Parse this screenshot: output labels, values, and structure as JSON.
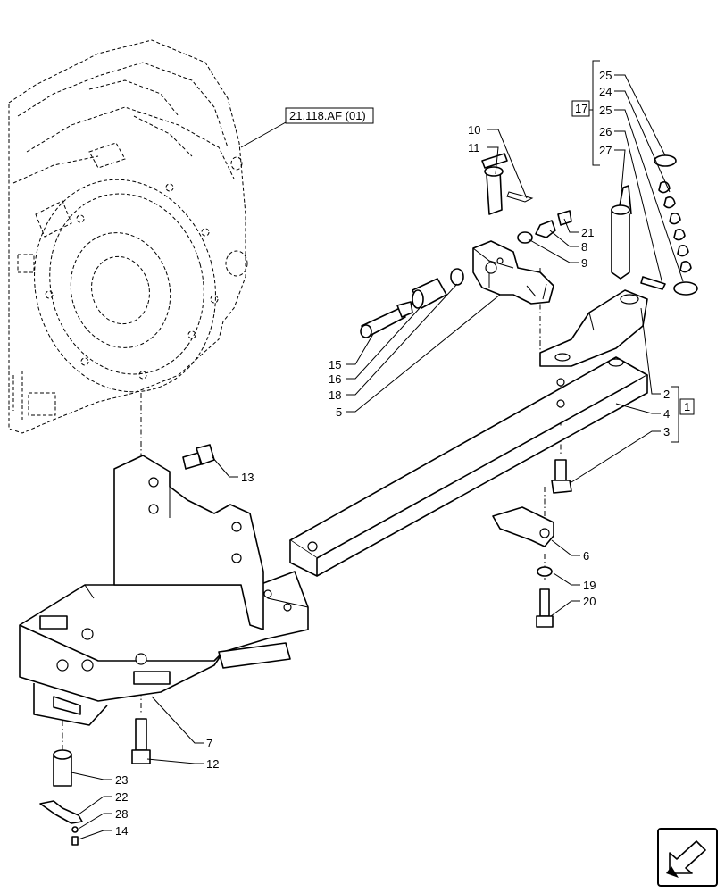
{
  "reference_label": "21.118.AF (01)",
  "kit_labels": {
    "drawbar_kit": "1",
    "chain_kit": "17"
  },
  "callouts": [
    {
      "id": "c25a",
      "text": "25"
    },
    {
      "id": "c24",
      "text": "24"
    },
    {
      "id": "c25b",
      "text": "25"
    },
    {
      "id": "c26",
      "text": "26"
    },
    {
      "id": "c27",
      "text": "27"
    },
    {
      "id": "c10",
      "text": "10"
    },
    {
      "id": "c11",
      "text": "11"
    },
    {
      "id": "c21",
      "text": "21"
    },
    {
      "id": "c8",
      "text": "8"
    },
    {
      "id": "c9",
      "text": "9"
    },
    {
      "id": "c15",
      "text": "15"
    },
    {
      "id": "c16",
      "text": "16"
    },
    {
      "id": "c18",
      "text": "18"
    },
    {
      "id": "c5",
      "text": "5"
    },
    {
      "id": "c2",
      "text": "2"
    },
    {
      "id": "c4",
      "text": "4"
    },
    {
      "id": "c3",
      "text": "3"
    },
    {
      "id": "c13",
      "text": "13"
    },
    {
      "id": "c6",
      "text": "6"
    },
    {
      "id": "c19",
      "text": "19"
    },
    {
      "id": "c20",
      "text": "20"
    },
    {
      "id": "c7",
      "text": "7"
    },
    {
      "id": "c12",
      "text": "12"
    },
    {
      "id": "c23",
      "text": "23"
    },
    {
      "id": "c22",
      "text": "22"
    },
    {
      "id": "c28",
      "text": "28"
    },
    {
      "id": "c14",
      "text": "14"
    }
  ],
  "nav_icon": "next-page-arrow-icon"
}
